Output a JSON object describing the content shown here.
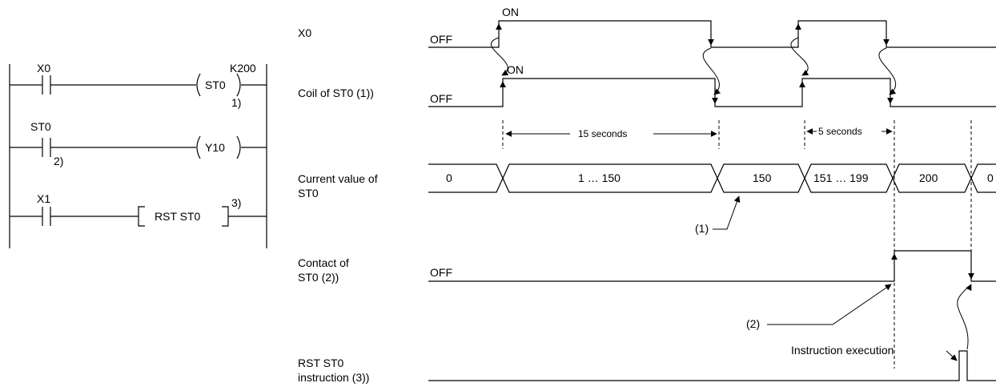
{
  "ladder": {
    "contact_x0": "X0",
    "constant_k": "K200",
    "coil_st0": "ST0",
    "marker_1": "1)",
    "contact_st0": "ST0",
    "marker_2": "2)",
    "coil_y10": "Y10",
    "contact_x1": "X1",
    "rst_instruction": "RST  ST0",
    "marker_3": "3)"
  },
  "timing": {
    "row_x0": "X0",
    "row_coil": "Coil of ST0 (1))",
    "row_value_line1": "Current value of",
    "row_value_line2": "ST0",
    "row_contact_line1": "Contact of",
    "row_contact_line2": "ST0 (2))",
    "row_rst_line1": "RST ST0",
    "row_rst_line2": "instruction (3))",
    "on_x0": "ON",
    "off_x0": "OFF",
    "on_coil": "ON",
    "off_coil": "OFF",
    "off_contact": "OFF",
    "interval_15": "15 seconds",
    "interval_5": "5 seconds",
    "values": [
      "0",
      "1 … 150",
      "150",
      "151 … 199",
      "200",
      "0"
    ],
    "callout_1": "(1)",
    "callout_2": "(2)",
    "instruction_execution": "Instruction execution"
  }
}
